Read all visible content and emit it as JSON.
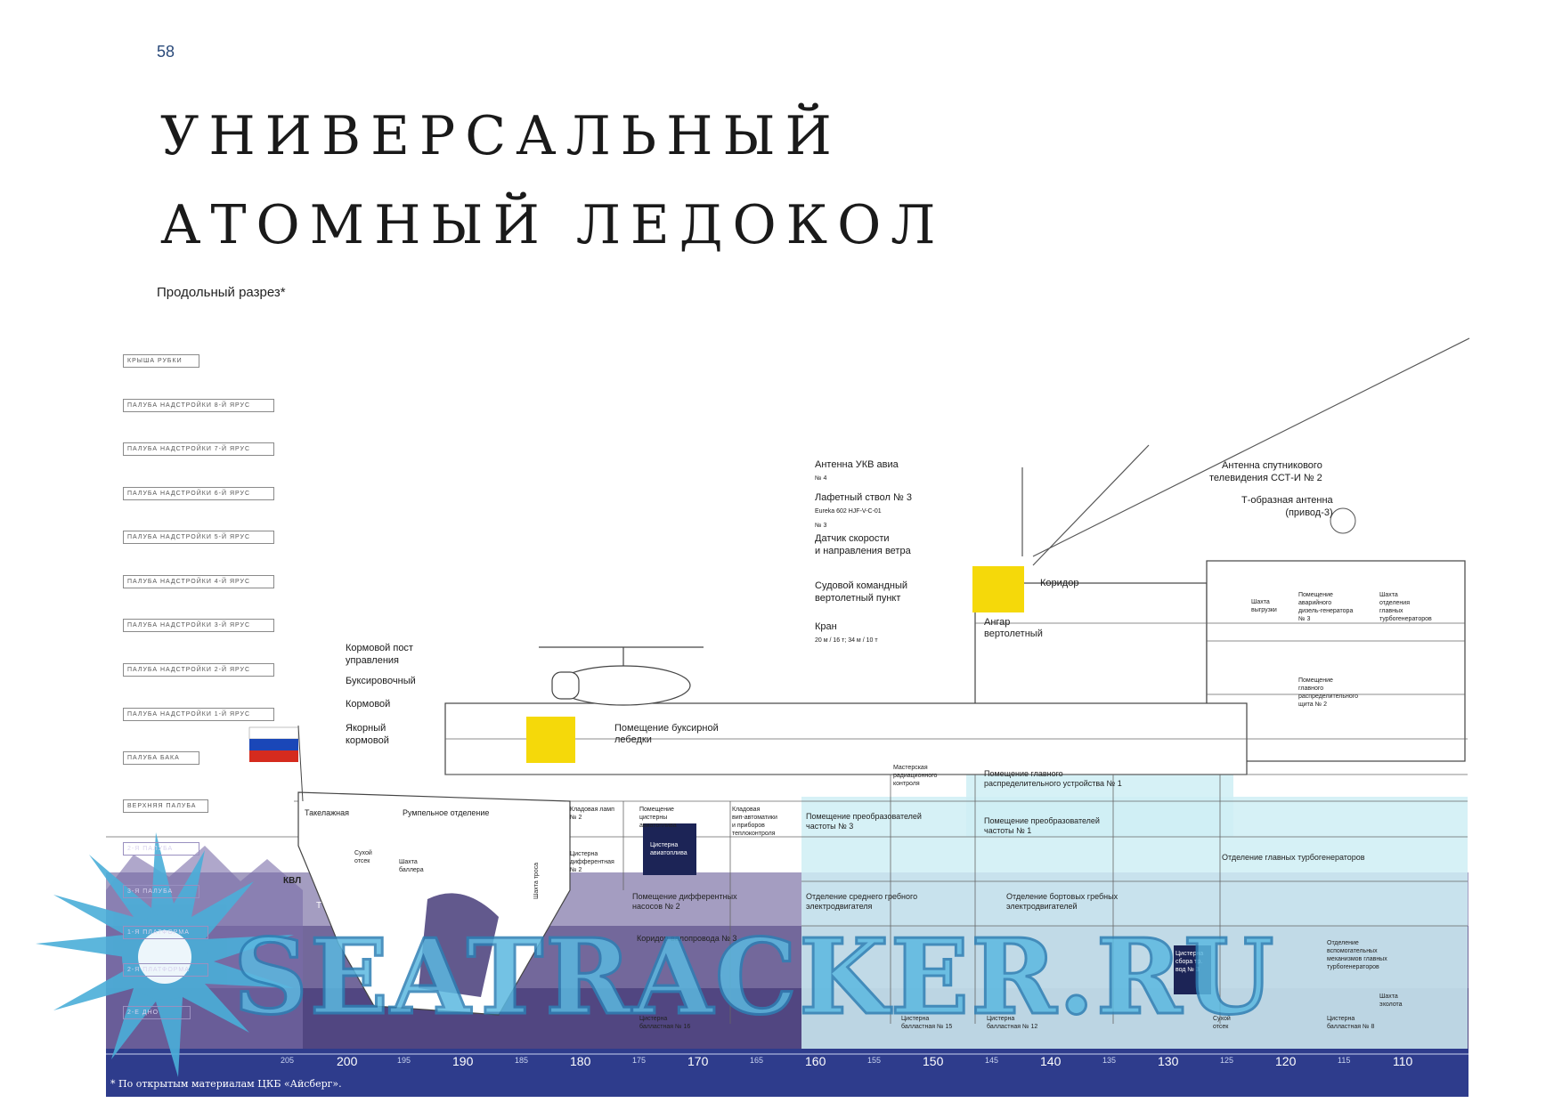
{
  "page_number": "58",
  "title": [
    "УНИВЕРСАЛЬНЫЙ",
    "АТОМНЫЙ ЛЕДОКОЛ"
  ],
  "subtitle": "Продольный разрез*",
  "deck_labels": [
    "КРЫША РУБКИ",
    "ПАЛУБА НАДСТРОЙКИ 8-Й ЯРУС",
    "ПАЛУБА НАДСТРОЙКИ 7-Й ЯРУС",
    "ПАЛУБА НАДСТРОЙКИ 6-Й ЯРУС",
    "ПАЛУБА НАДСТРОЙКИ 5-Й ЯРУС",
    "ПАЛУБА НАДСТРОЙКИ 4-Й ЯРУС",
    "ПАЛУБА НАДСТРОЙКИ 3-Й ЯРУС",
    "ПАЛУБА НАДСТРОЙКИ 2-Й ЯРУС",
    "ПАЛУБА НАДСТРОЙКИ 1-Й ЯРУС",
    "ПАЛУБА БАКА",
    "ВЕРХНЯЯ ПАЛУБА",
    "2-Я ПАЛУБА",
    "3-Я ПАЛУБА",
    "1-Я ПЛАТФОРМА",
    "2-Я ПЛАТФОРМА",
    "2-Е ДНО"
  ],
  "callouts": {
    "antenna_ukv": "Антенна УКВ авиа",
    "antenna_ukv_num": "№ 4",
    "lafetny": "Лафетный ствол № 3",
    "lafetny_sub": "Eureka 602 HJF-V-C-01",
    "lafetny_sub2": "№ 3",
    "wind_sensor": "Датчик скорости\nи направления ветра",
    "heli_command": "Судовой командный\nвертолетный пункт",
    "crane": "Кран",
    "crane_sub": "20 м / 16 т; 34 м / 10 т",
    "sat_tv": "Антенна спутникового\nтелевидения ССТ-И № 2",
    "t_antenna": "Т-образная антенна\n(привод-3)",
    "stern_post": "Кормовой пост\nуправления",
    "towing": "Буксировочный",
    "stern": "Кормовой",
    "anchor": "Якорный\nкормовой"
  },
  "rooms": {
    "corridor": "Коридор",
    "hangar": "Ангар\nвертолетный",
    "tow_winch": "Помещение буксирной\nлебедки",
    "rigging": "Такелажная",
    "rudder": "Румпельное отделение",
    "dry_comp": "Сухой\nотсек",
    "baller_shaft": "Шахта\nбаллера",
    "lamp_store": "Кладовая ламп\n№ 2",
    "diff_tank": "Цистерна\nдифферентная\n№ 2",
    "avia_tank_room": "Помещение\nцистерны\nавиатоплива",
    "avia_tank": "Цистерна\nавиатоплива",
    "vip_store": "Кладовая\nвип-автоматики\nи приборов\nтеплоконтроля",
    "diff_pumps": "Помещение дифферентных\nнасосов № 2",
    "corridor3": "Коридор валопровода № 3",
    "rad_control": "Мастерская\nрадиационного\nконтроля",
    "main_switch1": "Помещение главного\nраспределительного устройства № 1",
    "conv3": "Помещение преобразователей\nчастоты № 3",
    "conv1": "Помещение преобразователей\nчастоты № 1",
    "mid_motor": "Отделение среднего гребного\nэлектродвигателя",
    "side_motors": "Отделение бортовых гребных\nэлектродвигателей",
    "unload_shaft": "Шахта\nвыгрузки",
    "emergency_gen": "Помещение\nаварийного\nдизель-генератора\n№ 3",
    "main_switch2": "Помещение\nглавного\nраспределительного\nщита № 2",
    "turbogen_shaft": "Шахта\nотделения\nглавных\nтурбогенераторов",
    "main_turbogen": "Отделение главных турбогенераторов",
    "aux_turbogen": "Отделение\nвспомогательных\nмеханизмов главных\nтурбогенераторов",
    "ballast16": "Цистерна\nбалластная № 16",
    "ballast15": "Цистерна\nбалластная № 15",
    "ballast12": "Цистерна\nбалластная № 12",
    "ballast8": "Цистерна\nбалластная № 8",
    "dry2": "Сухой\nотсек",
    "shaft_trunk": "Шахта троса",
    "draft": "Т = 8,5 м",
    "waterline": "КВЛ",
    "sump3": "Цистерна\nсбора тр.\nвод № 3",
    "echo_shaft": "Шахта\nэхолота"
  },
  "frame_numbers": [
    "205",
    "200",
    "195",
    "190",
    "185",
    "180",
    "175",
    "170",
    "165",
    "160",
    "155",
    "150",
    "145",
    "140",
    "135",
    "130",
    "125",
    "120",
    "115",
    "110"
  ],
  "footnote": "* По открытым материалам ЦКБ «Айсберг».",
  "watermark": "SEATRACKER.RU",
  "colors": {
    "highlight_yellow": "#f5d90a",
    "engine_cyan": "#cfeff4",
    "underwater_purple": "#5a4c8e",
    "watermark_blue": "#4aaed8",
    "ruler_blue": "#2e3c8c",
    "flag": [
      "#ffffff",
      "#1a47b8",
      "#d52b1e"
    ]
  }
}
